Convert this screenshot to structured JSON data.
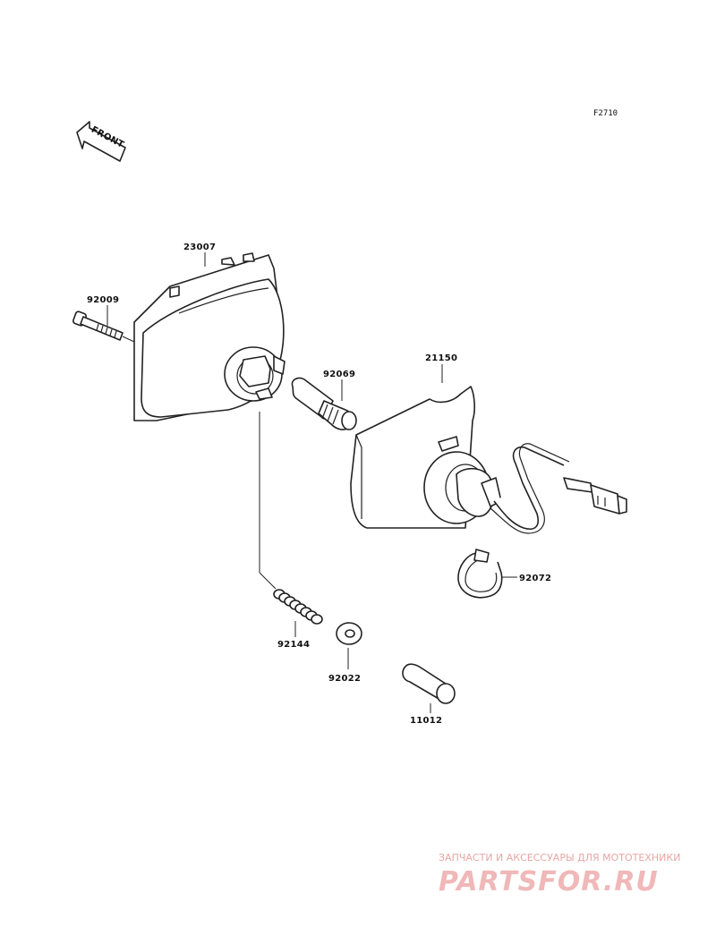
{
  "figure_code": "F2710",
  "front_arrow_label": "FRONT",
  "parts": {
    "p23007": "23007",
    "p92009": "92009",
    "p92069": "92069",
    "p21150": "21150",
    "p92072": "92072",
    "p92144": "92144",
    "p92022": "92022",
    "p11012": "11012"
  },
  "watermark": {
    "tagline": "ЗАПЧАСТИ И АКСЕССУАРЫ ДЛЯ МОТОТЕХНИКИ",
    "logo": "PARTSFOR.RU"
  }
}
